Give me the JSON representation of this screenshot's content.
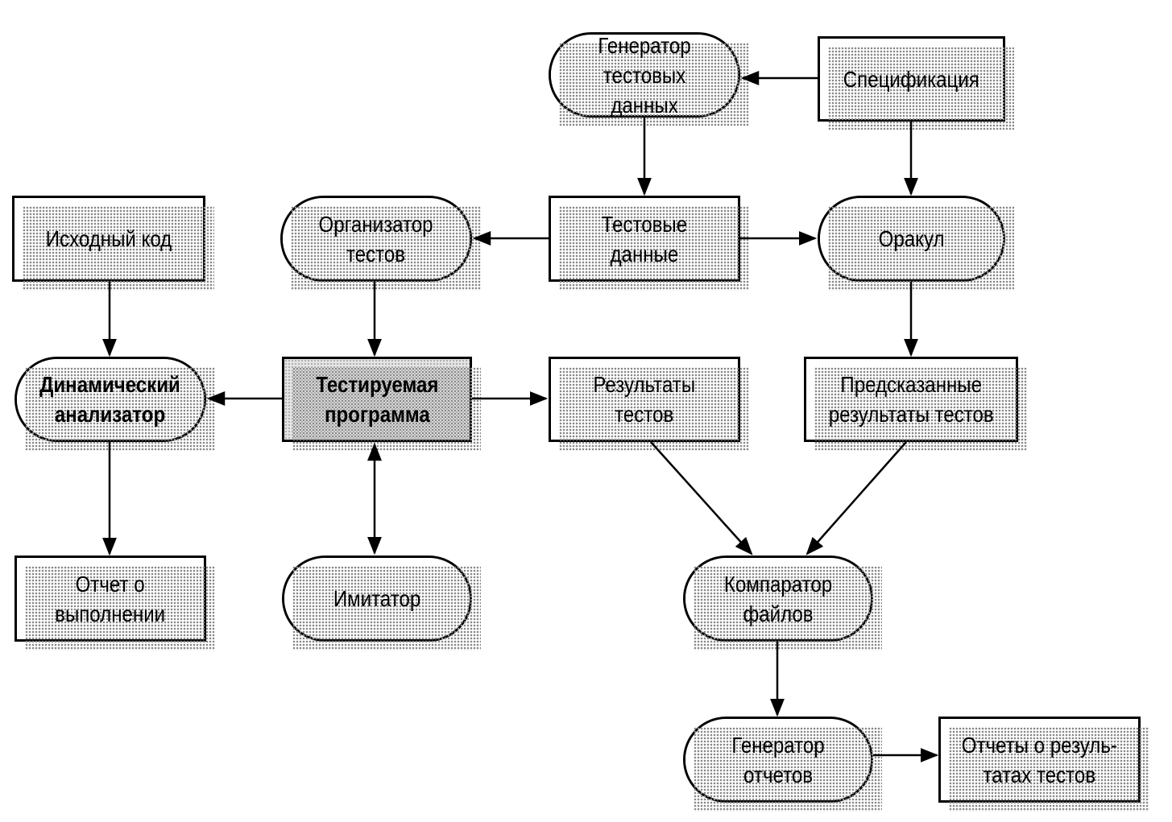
{
  "nodes": {
    "test_data_generator": {
      "text": "Генератор\nтестовых\nданных",
      "shape": "stadium"
    },
    "specification": {
      "text": "Спецификация",
      "shape": "rect"
    },
    "source_code": {
      "text": "Исходный код",
      "shape": "rect"
    },
    "test_organizer": {
      "text": "Организатор\nтестов",
      "shape": "stadium"
    },
    "test_data": {
      "text": "Тестовые\nданные",
      "shape": "rect"
    },
    "oracle": {
      "text": "Оракул",
      "shape": "stadium"
    },
    "dynamic_analyzer": {
      "text": "Динамический\nанализатор",
      "shape": "stadium"
    },
    "program_under_test": {
      "text": "Тестируемая\nпрограмма",
      "shape": "rect-shaded"
    },
    "test_results": {
      "text": "Результаты\nтестов",
      "shape": "rect"
    },
    "predicted_results": {
      "text": "Предсказанные\nрезультаты тестов",
      "shape": "rect"
    },
    "execution_report": {
      "text": "Отчет о\nвыполнении",
      "shape": "rect"
    },
    "simulator": {
      "text": "Имитатор",
      "shape": "stadium"
    },
    "file_comparator": {
      "text": "Компаратор\nфайлов",
      "shape": "stadium"
    },
    "report_generator": {
      "text": "Генератор\nотчетов",
      "shape": "stadium"
    },
    "test_result_reports": {
      "text": "Отчеты о резуль-\nтатах тестов",
      "shape": "rect"
    }
  },
  "edges": [
    {
      "from": "specification",
      "to": "test_data_generator"
    },
    {
      "from": "test_data_generator",
      "to": "test_data"
    },
    {
      "from": "specification",
      "to": "oracle"
    },
    {
      "from": "test_data",
      "to": "test_organizer"
    },
    {
      "from": "test_data",
      "to": "oracle"
    },
    {
      "from": "source_code",
      "to": "dynamic_analyzer"
    },
    {
      "from": "test_organizer",
      "to": "program_under_test"
    },
    {
      "from": "oracle",
      "to": "predicted_results"
    },
    {
      "from": "program_under_test",
      "to": "dynamic_analyzer"
    },
    {
      "from": "program_under_test",
      "to": "test_results"
    },
    {
      "from": "program_under_test",
      "to": "simulator",
      "bidirectional": true
    },
    {
      "from": "dynamic_analyzer",
      "to": "execution_report"
    },
    {
      "from": "test_results",
      "to": "file_comparator"
    },
    {
      "from": "predicted_results",
      "to": "file_comparator"
    },
    {
      "from": "file_comparator",
      "to": "report_generator"
    },
    {
      "from": "report_generator",
      "to": "test_result_reports"
    }
  ]
}
